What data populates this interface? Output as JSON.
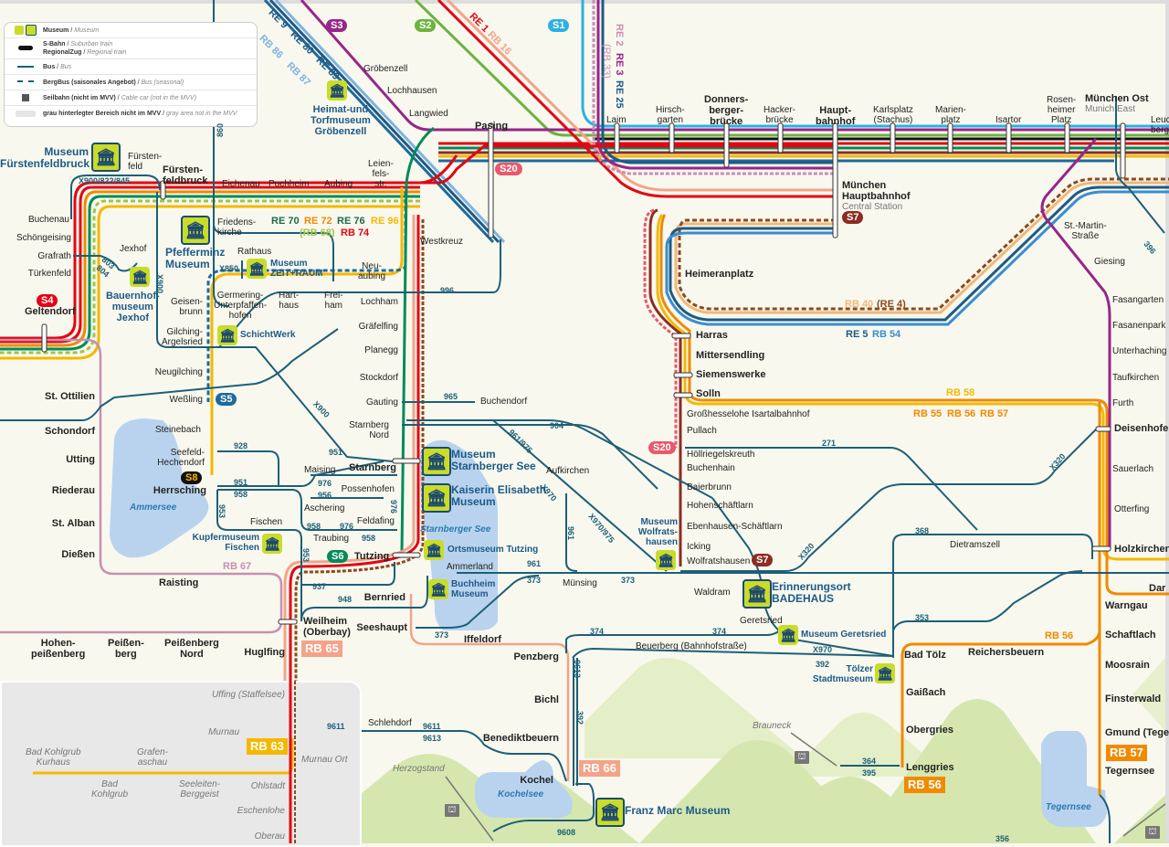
{
  "legend": {
    "items": [
      {
        "icon": "museum-icon",
        "label": "Museum",
        "label_en": "Museum"
      },
      {
        "icon": "train-icon",
        "label": "S-Bahn",
        "label_en": "Suburban train",
        "label2": "RegionalZug",
        "label2_en": "Regional train"
      },
      {
        "icon": "bus-icon",
        "label": "Bus",
        "label_en": "Bus"
      },
      {
        "icon": "seasonal-bus-icon",
        "label": "BergBus (saisonales Angebot)",
        "label_en": "Bus (seasonal)"
      },
      {
        "icon": "cable-car-icon",
        "label": "Seilbahn (nicht im MVV)",
        "label_en": "Cable car (not in the MVV)"
      },
      {
        "icon": "grey-area-icon",
        "label": "grau hinterlegter Bereich nicht im MVV",
        "label_en": "gray area not in the MVV"
      }
    ]
  },
  "colors": {
    "background": "#f8f8ee",
    "s1": "#2db0e3",
    "s2": "#6db33f",
    "s3": "#96268a",
    "s4": "#e30613",
    "s5": "#1e6a9c",
    "s6": "#008b57",
    "s7": "#8b2d22",
    "s8": "#111111",
    "s20": "#e8596b",
    "bus": "#1d5f78",
    "re_red": "#e30613",
    "rb_salmon": "#f4a38a",
    "rb_orange": "#f08a00",
    "rb_yellow": "#f5b800",
    "rb_pink": "#c88fb2",
    "lake": "#b9d3ee",
    "museum": "#c9dc2a",
    "mountain": "#cde3a0"
  },
  "sbahn_pills": {
    "s1": "S1",
    "s2": "S2",
    "s3": "S3",
    "s4": "S4",
    "s5": "S5",
    "s6": "S6",
    "s7a": "S7",
    "s7b": "S7",
    "s8": "S8",
    "s20a": "S20",
    "s20b": "S20"
  },
  "line_labels": {
    "re9": "RE 9",
    "re80": "RE 80",
    "re89": "RE 89",
    "rb86": "RB 86",
    "rb87": "RB 87",
    "re1": "RE 1",
    "rb16": "RB 16",
    "re2": "RE 2",
    "re3": "RE 3",
    "re25": "RE 25",
    "rb33": "(RB 33)",
    "re70": "RE 70",
    "re72": "RE 72",
    "re76": "RE 76",
    "re96": "RE 96",
    "rb68": "(RB 68)",
    "rb74": "RB 74",
    "rb40": "RB 40",
    "re4": "(RE 4)",
    "re5": "RE 5",
    "rb54": "RB 54",
    "rb58": "RB 58",
    "rb55": "RB 55",
    "rb56": "RB 56",
    "rb57": "RB 57",
    "rb67": "RB 67",
    "rb56b": "RB 56"
  },
  "line_tags": {
    "rb65": "RB 65",
    "rb63": "RB 63",
    "rb66": "RB 66",
    "rb56": "RB 56",
    "rb57": "RB 57"
  },
  "bus_labels": {
    "b860": "860",
    "bX900_822_845": "X900/822/845",
    "b803": "803",
    "b804": "804",
    "bX900a": "X900",
    "bX850": "X850",
    "b996": "996",
    "b965": "965",
    "bX900b": "X900",
    "b904": "904",
    "b961_975": "961/975",
    "bX970a": "X970",
    "b961a": "961",
    "bX970_975": "X970/975",
    "b928": "928",
    "b951a": "951",
    "b951b": "951",
    "b958a": "958",
    "b976a": "976",
    "b956": "956",
    "b958b": "958",
    "b976b": "976",
    "b958c": "958",
    "b976v": "976",
    "b953a": "953",
    "b953b": "953",
    "b937": "937",
    "b948": "948",
    "b961b": "961",
    "b373a": "373",
    "b373b": "373",
    "b373c": "373",
    "b374a": "374",
    "b374b": "374",
    "b271": "271",
    "bX320a": "X320",
    "bX320b": "X320",
    "b368": "368",
    "b353": "353",
    "bX970b": "X970",
    "b392a": "392",
    "b9613v": "9613",
    "b392v": "392",
    "b9611a": "9611",
    "b9611b": "9611",
    "b9613": "9613",
    "b9608": "9608",
    "b364": "364",
    "b395": "395",
    "b396": "396",
    "b356": "356"
  },
  "stations": {
    "grobenzell": "Gröbenzell",
    "lochhausen": "Lochhausen",
    "langwied": "Langwied",
    "pasing": "Pasing",
    "laim": "Laim",
    "hirschgarten": "Hirsch-\ngarten",
    "donnersberger": "Donners-\nberger-\nbrücke",
    "hackerbrucke": "Hacker-\nbrücke",
    "hauptbahnhof": "Haupt-\nbahnhof",
    "karlsplatz": "Karlsplatz\n(Stachus)",
    "marienplatz": "Marien-\nplatz",
    "isartor": "Isartor",
    "rosenheimer": "Rosen-\nheimer\nPlatz",
    "munchen_ost": "München Ost",
    "munchen_ost_en": "Munich East",
    "leuchtenbergring": "Leuc\nberg",
    "munchen_hbf": "München\nHauptbahnhof",
    "munchen_hbf_en": "Central Station",
    "furstenfeld": "Fürsten-\nfeld",
    "furstenfeldbruck": "Fürsten-\nfeldbruck",
    "eichenau": "Eichenau",
    "puchheim": "Puchheim",
    "aubing": "Aubing",
    "leienfels": "Leien-\nfels-\nstr.",
    "friedenskirche": "Friedens-\nkirche",
    "westkreuz": "Westkreuz",
    "buchenau": "Buchenau",
    "schongeising": "Schöngeising",
    "grafrath": "Grafrath",
    "jexhof": "Jexhof",
    "turkenfeld": "Türkenfeld",
    "geltendorf": "Geltendorf",
    "rathaus": "Rathaus",
    "neuaubing": "Neu-\naubing",
    "germering": "Germering-\nUnterpfaffen-\nhofen",
    "harthaus": "Hart-\nhaus",
    "freiham": "Frei-\nham",
    "geisenbrunn": "Geisen-\nbrunn",
    "gilching": "Gilching-\nArgelsried",
    "neugilching": "Neugilching",
    "wessling": "Weßling",
    "steinebach": "Steinebach",
    "seefeld": "Seefeld-\nHechendorf",
    "herrsching": "Herrsching",
    "st_ottilien": "St. Ottilien",
    "schondorf": "Schondorf",
    "utting": "Utting",
    "riederau": "Riederau",
    "st_alban": "St. Alban",
    "diessen": "Dießen",
    "raisting": "Raisting",
    "fischen": "Fischen",
    "lochham": "Lochham",
    "grafelfing": "Gräfelfing",
    "planegg": "Planegg",
    "stockdorf": "Stockdorf",
    "gauting": "Gauting",
    "buchendorf": "Buchendorf",
    "starnberg_nord": "Starnberg\nNord",
    "starnberg": "Starnberg",
    "maising": "Maising",
    "possenhofen": "Possenhofen",
    "aschering": "Aschering",
    "feldafing": "Feldafing",
    "traubing": "Traubing",
    "tutzing": "Tutzing",
    "aufkirchen": "Aufkirchen",
    "ammerland": "Ammerland",
    "munsing": "Münsing",
    "bernried": "Bernried",
    "seeshaupt": "Seeshaupt",
    "iffeldorf": "Iffeldorf",
    "weilheim": "Weilheim\n(Oberbay)",
    "hohenpeissenberg": "Hohen-\npeißenberg",
    "peissenberg": "Peißen-\nberg",
    "peissenberg_nord": "Peißenberg\nNord",
    "huglfing": "Huglfing",
    "heimeranplatz": "Heimeranplatz",
    "harras": "Harras",
    "mittersendling": "Mittersendling",
    "siemenswerke": "Siemenswerke",
    "solln": "Solln",
    "grosshesselohe": "Großhesselohe Isartalbahnhof",
    "pullach": "Pullach",
    "hollriegelskreuth": "Höllriegelskreuth",
    "buchenhain": "Buchenhain",
    "baierbrunn": "Baierbrunn",
    "hohenschaftlarn": "Hohenschäftlarn",
    "ebenhausen": "Ebenhausen-Schäftlarn",
    "icking": "Icking",
    "wolfratshausen": "Wolfratshausen",
    "waldram": "Waldram",
    "geretsried": "Geretsried",
    "st_martin": "St.-Martin-\nStraße",
    "giesing": "Giesing",
    "fasangarten": "Fasangarten",
    "fasanenpark": "Fasanenpark",
    "unterhaching": "Unterhaching",
    "taufkirchen": "Taufkirchen",
    "furth": "Furth",
    "deisenhofen": "Deisenhofen",
    "sauerlach": "Sauerlach",
    "otterfing": "Otterfing",
    "dietramszell": "Dietramszell",
    "holzkirchen": "Holzkirchen",
    "darching": "Dar",
    "warngau": "Warngau",
    "schaftlach": "Schaftlach",
    "moosrain": "Moosrain",
    "finsterwald": "Finsterwald",
    "gmund": "Gmund (Tegernsee)",
    "tegernsee": "Tegernsee",
    "beuerberg": "Beuerberg (Bahnhofstraße)",
    "penzberg": "Penzberg",
    "bichl": "Bichl",
    "benediktbeuern": "Benediktbeuern",
    "kochel": "Kochel",
    "schlehdorf": "Schlehdorf",
    "bad_tolz": "Bad Tölz",
    "reichersbeuern": "Reichersbeuern",
    "gaissach": "Gaißach",
    "obergries": "Obergries",
    "lenggries": "Lenggries",
    "uffing": "Uffing (Staffelsee)",
    "murnau": "Murnau",
    "murnau_ort": "Murnau Ort",
    "ohlstadt": "Ohlstadt",
    "eschenlohe": "Eschenlohe",
    "oberau": "Oberau",
    "bad_kohlgrub_kurhaus": "Bad Kohlgrub\nKurhaus",
    "bad_kohlgrub": "Bad\nKohlgrub",
    "grafenaschau": "Grafen-\naschau",
    "seeleiten": "Seeleiten-\nBerggeist"
  },
  "peaks": {
    "herzogstand": "Herzogstand",
    "brauneck": "Brauneck"
  },
  "lakes": {
    "ammersee": "Ammersee",
    "starnberger_see": "Starnberger See",
    "kochelsee": "Kochelsee",
    "tegernsee": "Tegernsee"
  },
  "museums": {
    "furstenfeldbruck": "Museum\nFürstenfeldbruck",
    "grobenzell": "Heimat-und\nTorfmuseum\nGröbenzell",
    "pfefferminz": "Pfefferminz\nMuseum",
    "jexhof": "Bauernhof-\nmuseum\nJexhof",
    "zeitraum": "Museum\nZEIT+RAUM",
    "schichtwerk": "SchichtWerk",
    "starnberger_see": "Museum\nStarnberger See",
    "kaiserin": "Kaiserin Elisabeth\nMuseum",
    "tutzing": "Ortsmuseum Tutzing",
    "buchheim": "Buchheim\nMuseum",
    "kupfer": "Kupfermuseum\nFischen",
    "wolfratshausen": "Museum\nWolfrats-\nhausen",
    "badehaus": "Erinnerungsort\nBADEHAUS",
    "geretsried": "Museum Geretsried",
    "tolz": "Tölzer\nStadtmuseum",
    "franz_marc": "Franz Marc Museum"
  }
}
